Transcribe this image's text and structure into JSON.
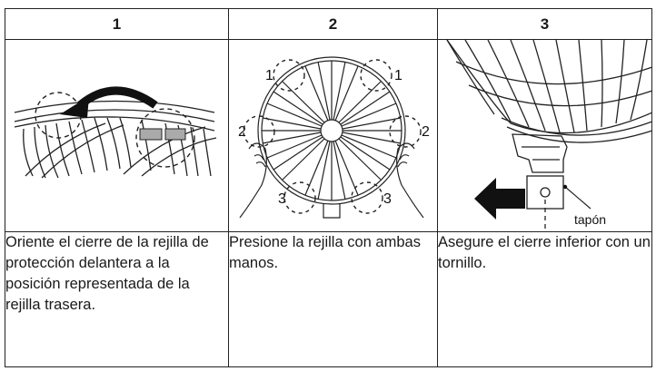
{
  "columns": [
    {
      "step": "1",
      "text": "Oriente el cierre de la rejilla de protección delantera a la posición representada de la rejilla trasera."
    },
    {
      "step": "2",
      "text": "Presione la rejilla con ambas manos.",
      "callouts": {
        "top_left": "1",
        "top_right": "1",
        "mid_left": "2",
        "mid_right": "2",
        "bottom_left": "3",
        "bottom_right": "3"
      }
    },
    {
      "step": "3",
      "text": "Asegure el cierre inferior con un tornillo.",
      "label": "tapón"
    }
  ]
}
